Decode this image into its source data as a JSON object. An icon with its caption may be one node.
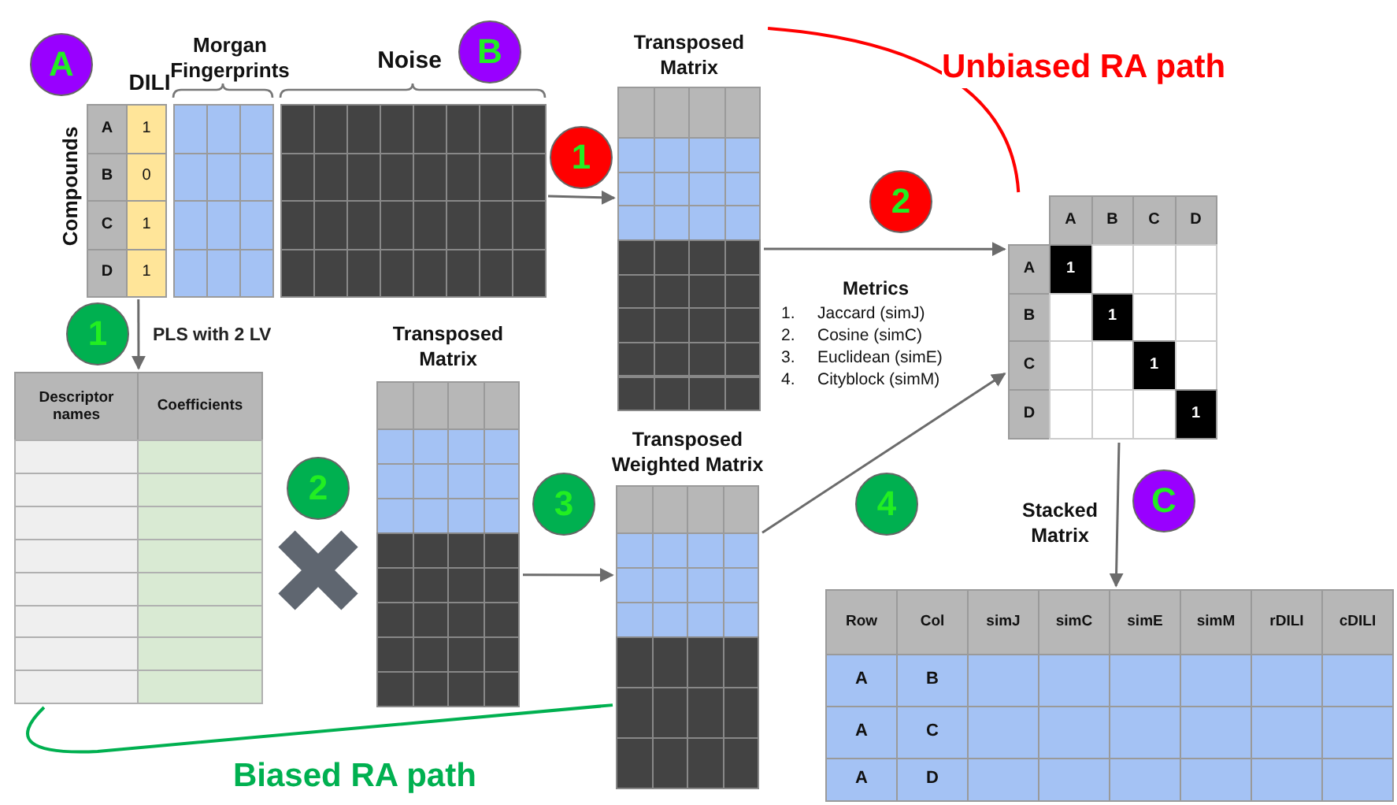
{
  "diagram": {
    "nodes": [
      {
        "text": [
          "A",
          "1",
          "B",
          "0",
          "C",
          "1",
          "D",
          "1"
        ],
        "beside": [
          "DILI",
          "Morgan Fingerprints",
          "Compounds"
        ]
      },
      {
        "text": [
          "Transposed Matrix"
        ]
      },
      {
        "text": [
          "A",
          "B",
          "C",
          "D",
          "A",
          "1",
          "B",
          "1",
          "C",
          "1",
          "D",
          "1"
        ]
      },
      {
        "text": [
          "Descriptor names",
          "Coefficients"
        ]
      },
      {
        "text": [
          "Transposed Matrix"
        ]
      },
      {
        "text": [
          "Transposed Weighted Matrix"
        ]
      },
      {
        "text": [
          "Stacked Matrix",
          "Row",
          "Col",
          "simJ",
          "simC",
          "simE",
          "simM",
          "rDILI",
          "cDILI",
          "A",
          "B",
          "A",
          "C",
          "A",
          "D"
        ]
      },
      {
        "text": [
          "A"
        ]
      },
      {
        "text": [
          "B"
        ]
      },
      {
        "text": [
          "C"
        ]
      },
      {
        "text": [
          "1"
        ]
      },
      {
        "text": [
          "2"
        ]
      },
      {
        "text": [
          "1"
        ]
      },
      {
        "text": [
          "2"
        ]
      },
      {
        "text": [
          "3"
        ]
      },
      {
        "text": [
          "4"
        ]
      }
    ],
    "edges": [
      {
        "from": 0,
        "to": 1,
        "arrow": "to"
      },
      {
        "from": 1,
        "to": 2,
        "arrow": "to"
      },
      {
        "from": 1,
        "to": 2,
        "arrow": "none",
        "label": "Unbiased RA path",
        "color": "#ff0000"
      },
      {
        "from": 0,
        "to": 3,
        "arrow": "to",
        "label": "PLS with 2 LV"
      },
      {
        "from": 4,
        "to": 5,
        "arrow": "to"
      },
      {
        "from": 3,
        "to": 5,
        "arrow": "none",
        "label": "Biased RA path",
        "color": "#00b050"
      },
      {
        "from": 5,
        "to": 2,
        "arrow": "to"
      },
      {
        "from": 2,
        "to": 6,
        "arrow": "to"
      }
    ],
    "labels": [
      "Noise",
      "Metrics",
      "1.",
      "Jaccard (simJ)",
      "2.",
      "Cosine (simC)",
      "3.",
      "Euclidean (simE)",
      "4.",
      "Cityblock (simM)"
    ]
  }
}
